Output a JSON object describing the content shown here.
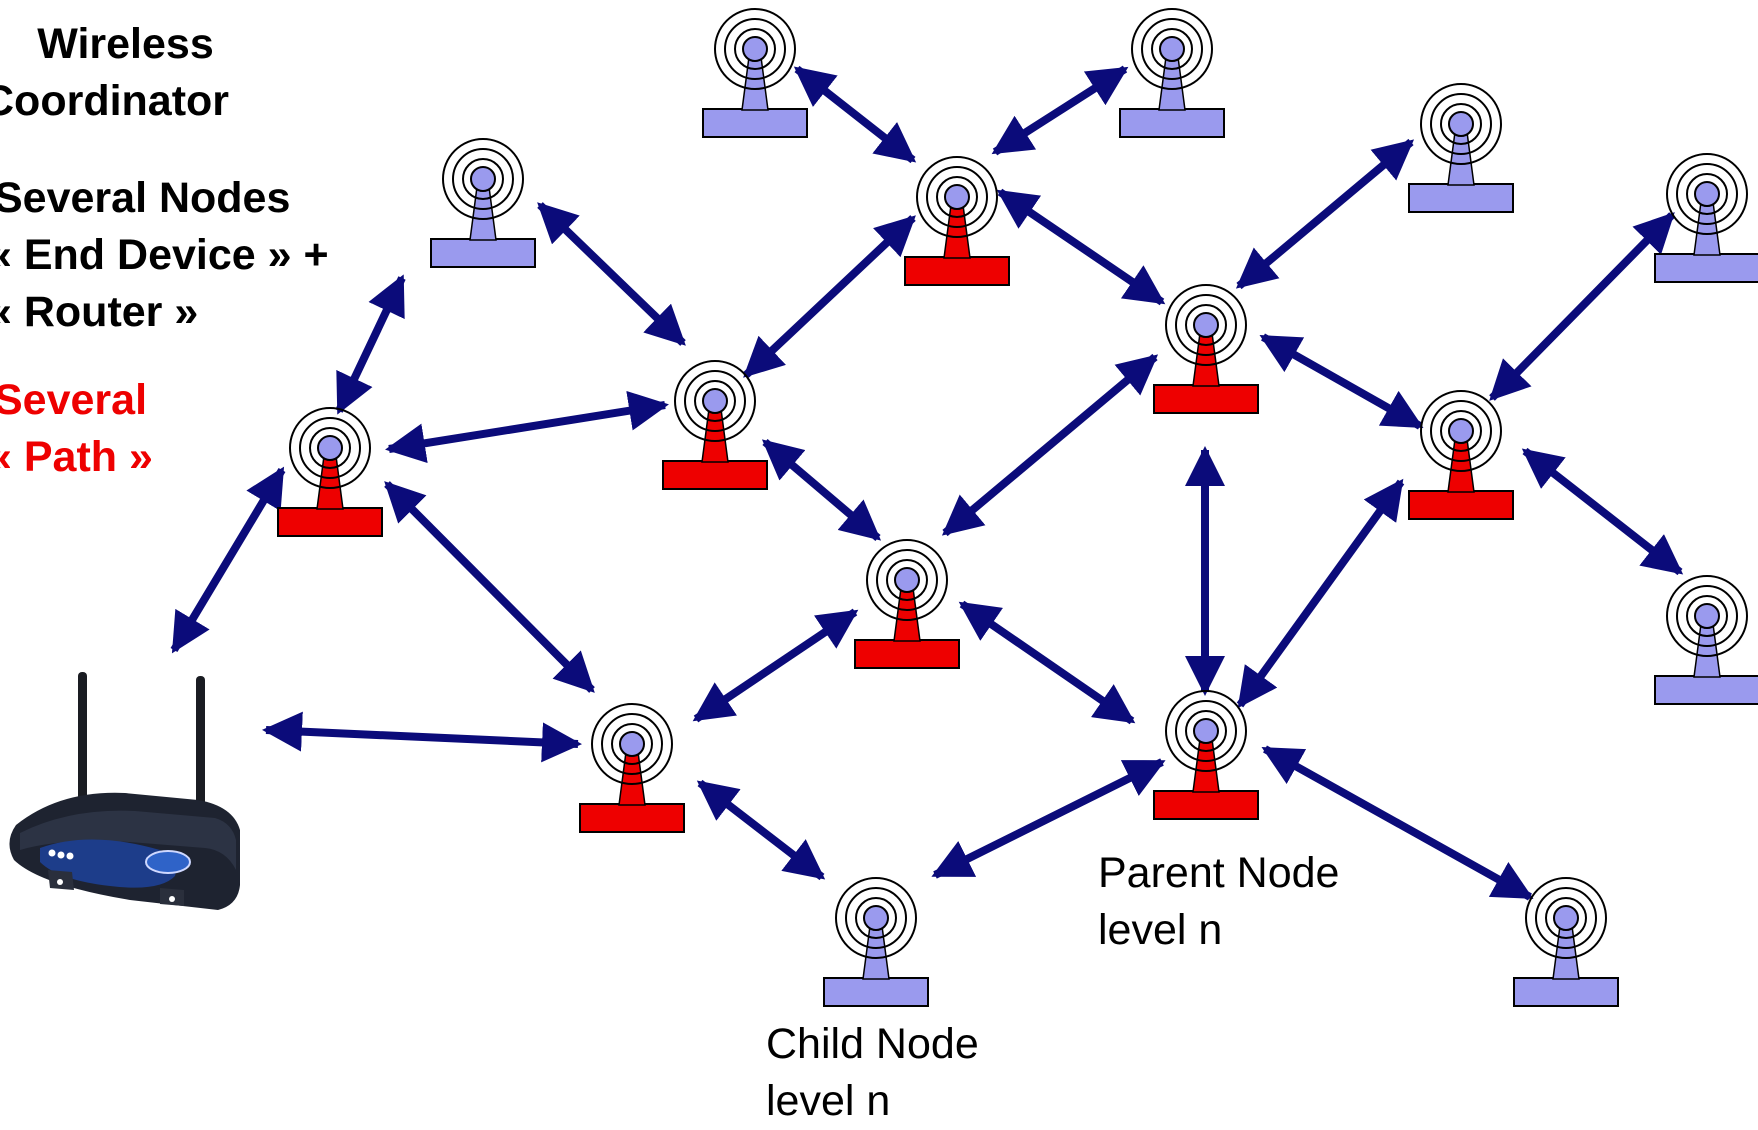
{
  "legend": {
    "coordinator_lines": [
      "Wireless",
      "Coordinator"
    ],
    "nodes_lines": [
      "Several Nodes",
      "« End Device » +",
      "« Router »"
    ],
    "path_lines": [
      "Several",
      "« Path »"
    ]
  },
  "labels": {
    "parent_node": [
      "Parent Node",
      "level n"
    ],
    "child_node": [
      "Child Node",
      "level n"
    ]
  },
  "colors": {
    "arrow": "#0b0b7a",
    "router_base": "#ee0000",
    "end_device_base": "#9a9aee",
    "node_center": "#9a9aee"
  },
  "nodes": [
    {
      "id": "router-1",
      "type": "router"
    },
    {
      "id": "router-2",
      "type": "router"
    },
    {
      "id": "router-3",
      "type": "router"
    },
    {
      "id": "router-4",
      "type": "router"
    },
    {
      "id": "router-5",
      "type": "router"
    },
    {
      "id": "router-6",
      "type": "router"
    },
    {
      "id": "router-7",
      "type": "router"
    },
    {
      "id": "router-8",
      "type": "router"
    },
    {
      "id": "end-device-1",
      "type": "end_device"
    },
    {
      "id": "end-device-2",
      "type": "end_device"
    },
    {
      "id": "end-device-3",
      "type": "end_device"
    },
    {
      "id": "end-device-4",
      "type": "end_device"
    },
    {
      "id": "end-device-5",
      "type": "end_device"
    },
    {
      "id": "end-device-6",
      "type": "end_device"
    },
    {
      "id": "end-device-7",
      "type": "end_device"
    },
    {
      "id": "end-device-8",
      "type": "end_device"
    }
  ]
}
